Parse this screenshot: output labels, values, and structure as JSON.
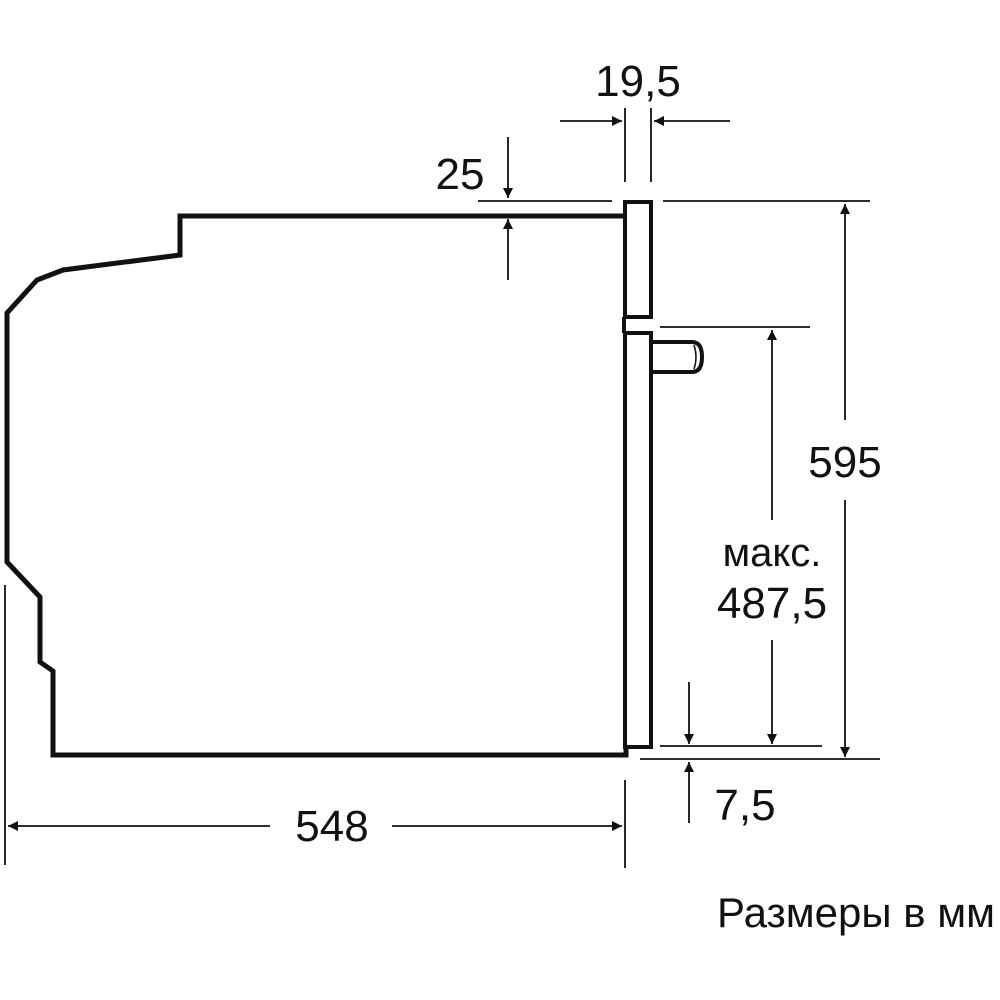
{
  "dimensions": {
    "door_thickness": "19,5",
    "top_gap": "25",
    "height": "595",
    "max_label": "макс.",
    "max_height": "487,5",
    "bottom_offset": "7,5",
    "depth": "548"
  },
  "caption": "Размеры в мм",
  "colors": {
    "line": "#111111",
    "background": "#ffffff"
  }
}
